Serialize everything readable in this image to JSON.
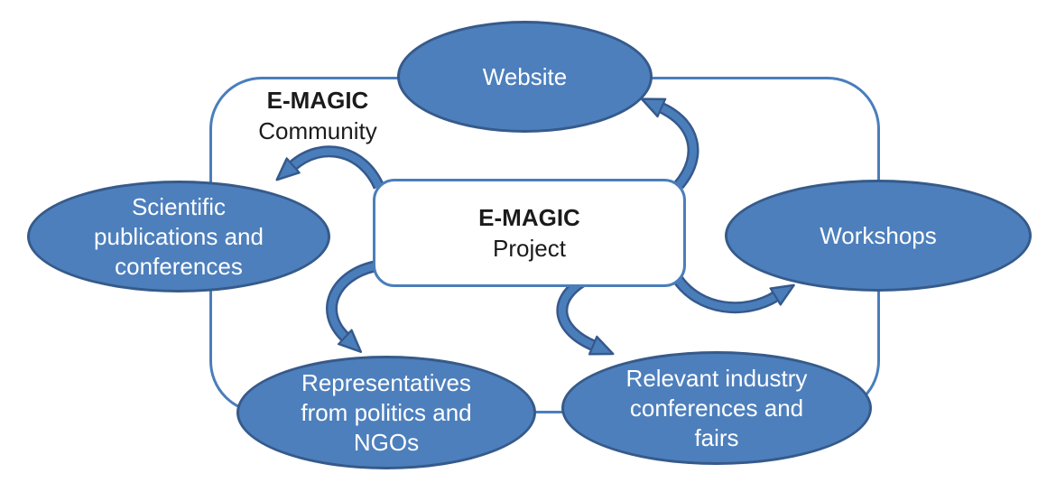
{
  "diagram": {
    "title_box": {
      "line1": "E-MAGIC",
      "line2": "Project"
    },
    "community_label": {
      "line1": "E-MAGIC",
      "line2": "Community"
    },
    "nodes": [
      {
        "id": "website",
        "label": "Website",
        "lines": [
          "Website"
        ]
      },
      {
        "id": "workshops",
        "label": "Workshops",
        "lines": [
          "Workshops"
        ]
      },
      {
        "id": "scientific-publications",
        "label": "Scientific publications and conferences",
        "lines": [
          "Scientific",
          "publications and",
          "conferences"
        ]
      },
      {
        "id": "representatives-politics-ngos",
        "label": "Representatives from politics and NGOs",
        "lines": [
          "Representatives",
          "from politics and",
          "NGOs"
        ]
      },
      {
        "id": "industry-conferences-fairs",
        "label": "Relevant industry conferences and fairs",
        "lines": [
          "Relevant industry",
          "conferences and",
          "fairs"
        ]
      }
    ],
    "arrows": [
      {
        "from": "E-MAGIC Project",
        "to": "Scientific publications and conferences"
      },
      {
        "from": "E-MAGIC Project",
        "to": "Website"
      },
      {
        "from": "E-MAGIC Project",
        "to": "Representatives from politics and NGOs"
      },
      {
        "from": "E-MAGIC Project",
        "to": "Relevant industry conferences and fairs"
      },
      {
        "from": "E-MAGIC Project",
        "to": "Workshops"
      }
    ],
    "colors": {
      "ellipse_fill": "#4d7fbc",
      "ellipse_border": "#365a8a",
      "line": "#4a7ebb",
      "arrow_fill": "#4a7ebb",
      "arrow_outline": "#36598c",
      "text_light": "#ffffff",
      "text_dark": "#1b1b1b",
      "bg": "#ffffff"
    }
  }
}
